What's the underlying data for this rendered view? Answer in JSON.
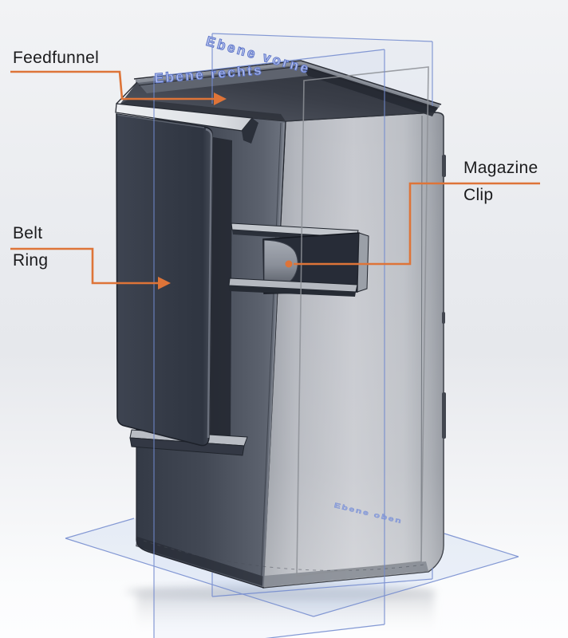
{
  "viewport": {
    "annotations": {
      "feedfunnel": "Feedfunnel",
      "belt_ring_line1": "Belt",
      "belt_ring_line2": "Ring",
      "magazine_clip_line1": "Magazine",
      "magazine_clip_line2": "Clip"
    },
    "reference_planes": {
      "front_label": "Ebene vorne",
      "right_label": "Ebene rechts",
      "top_label": "Ebene oben"
    },
    "colors": {
      "callout_orange": "#DE7438",
      "plane_blue": "#7189CE",
      "annotation_text": "#1B1B1D",
      "model_dark_face": "#3A404C",
      "model_light_face": "#C2C4CA"
    }
  }
}
